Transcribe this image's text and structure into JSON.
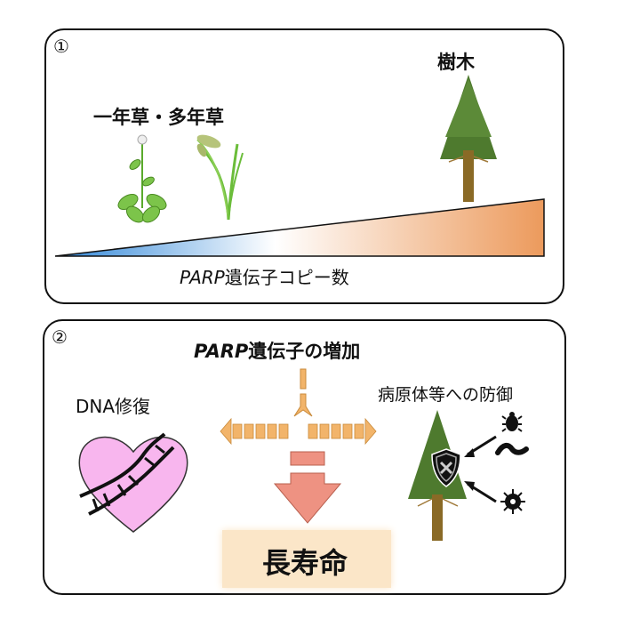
{
  "panel1": {
    "number": "①",
    "herb_label": "一年草・多年草",
    "tree_label": "樹木",
    "axis_label_italic": "PARP",
    "axis_label_rest": "遺伝子コピー数",
    "gradient_colors": {
      "low": "#2f86d8",
      "mid": "#ffffff",
      "high": "#ec9a5c"
    }
  },
  "panel2": {
    "number": "②",
    "title_italic": "PARP",
    "title_rest": "遺伝子の増加",
    "left_label": "DNA修復",
    "right_label": "病原体等への防御",
    "result_label": "長寿命",
    "colors": {
      "heart": "#f8b6ee",
      "arrow_orange": "#f2b46a",
      "arrow_red": "#ee9282",
      "result_bg": "#fbe6c8"
    }
  },
  "icons": [
    "arabidopsis-icon",
    "rice-icon",
    "conifer-icon",
    "heart-dna-icon",
    "shield-icon",
    "beetle-icon",
    "worm-icon",
    "virus-icon"
  ]
}
